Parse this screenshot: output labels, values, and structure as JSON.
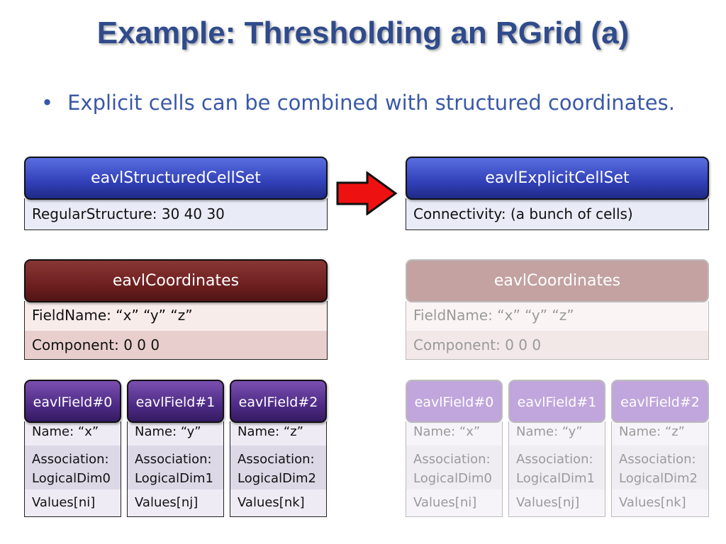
{
  "title": "Example: Thresholding an RGrid (a)",
  "bullet": {
    "symbol": "•",
    "text": "Explicit cells can be combined with structured coordinates."
  },
  "left": {
    "cellset": {
      "header": "eavlStructuredCellSet",
      "rows": [
        "RegularStructure:  30 40 30"
      ]
    },
    "coords": {
      "header": "eavlCoordinates",
      "rows": [
        "FieldName: “x” “y” “z”",
        "Component: 0    0     0"
      ]
    },
    "fields": [
      {
        "header": "eavlField#0",
        "name": "Name: “x”",
        "assoc1": "Association:",
        "assoc2": "LogicalDim0",
        "values": "Values[ni]"
      },
      {
        "header": "eavlField#1",
        "name": "Name: “y”",
        "assoc1": "Association:",
        "assoc2": "LogicalDim1",
        "values": "Values[nj]"
      },
      {
        "header": "eavlField#2",
        "name": "Name: “z”",
        "assoc1": "Association:",
        "assoc2": "LogicalDim2",
        "values": "Values[nk]"
      }
    ]
  },
  "right": {
    "cellset": {
      "header": "eavlExplicitCellSet",
      "rows": [
        "Connectivity: (a bunch of cells)"
      ]
    },
    "coords": {
      "header": "eavlCoordinates",
      "rows": [
        "FieldName: “x” “y” “z”",
        "Component: 0    0     0"
      ]
    },
    "fields": [
      {
        "header": "eavlField#0",
        "name": "Name: “x”",
        "assoc1": "Association:",
        "assoc2": "LogicalDim0",
        "values": "Values[ni]"
      },
      {
        "header": "eavlField#1",
        "name": "Name: “y”",
        "assoc1": "Association:",
        "assoc2": "LogicalDim1",
        "values": "Values[nj]"
      },
      {
        "header": "eavlField#2",
        "name": "Name: “z”",
        "assoc1": "Association:",
        "assoc2": "LogicalDim2",
        "values": "Values[nk]"
      }
    ]
  },
  "colors": {
    "title": "#2f4b8c",
    "bullet_text": "#3a58a8",
    "cellset_header": "#3140b8",
    "coords_header": "#6e2020",
    "field_header": "#4e2b86",
    "arrow_fill": "#ee1111"
  },
  "icons": {
    "transform_arrow": "right-arrow-icon"
  }
}
